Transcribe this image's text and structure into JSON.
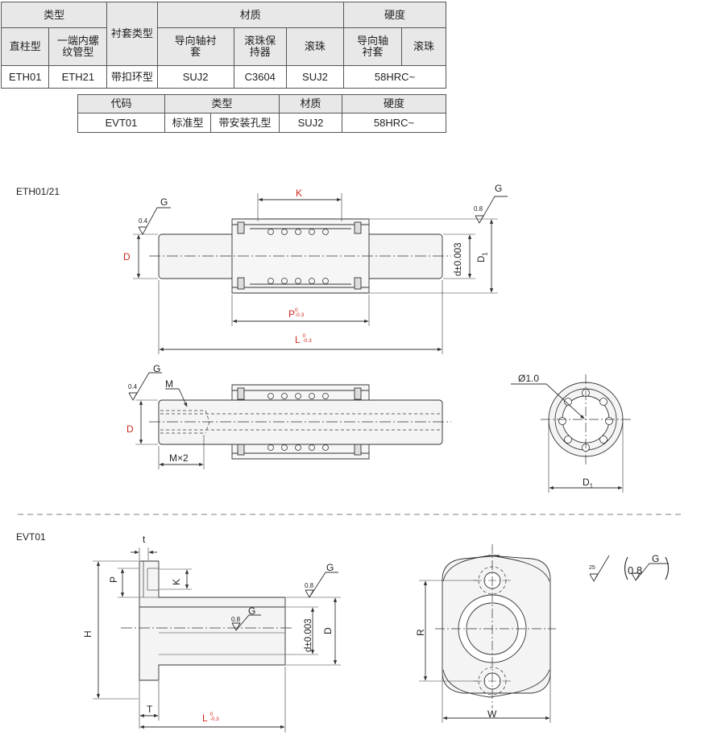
{
  "table1": {
    "h_type": "类型",
    "h_sleeve_type": "衬套类型",
    "h_material": "材质",
    "h_hardness": "硬度",
    "h_straight": "直柱型",
    "h_threaded": "一端内螺纹管型",
    "h_guide_sleeve_mat": "导向轴衬套",
    "h_cage": "滚珠保持器",
    "h_ball_mat": "滚珠",
    "h_guide_sleeve_hard": "导向轴衬套",
    "h_ball_hard": "滚珠",
    "r_straight": "ETH01",
    "r_threaded": "ETH21",
    "r_sleeve": "带扣环型",
    "r_mat_sleeve": "SUJ2",
    "r_mat_cage": "C3604",
    "r_mat_ball": "SUJ2",
    "r_hardness": "58HRC~"
  },
  "table2": {
    "h_code": "代码",
    "h_type": "类型",
    "h_material": "材质",
    "h_hardness": "硬度",
    "r_code": "EVT01",
    "r_type_std": "标准型",
    "r_type_hole": "带安装孔型",
    "r_material": "SUJ2",
    "r_hardness": "58HRC~"
  },
  "drawing1": {
    "section_label": "ETH01/21",
    "dim_K": "K",
    "dim_D": "D",
    "dim_d": "d±0.003",
    "dim_D1": "D",
    "dim_P": "P",
    "dim_L": "L",
    "tol_upper": "0",
    "tol_lower": "-0.3",
    "rough_04": "0.4",
    "rough_08": "0.8",
    "rough_G": "G",
    "sub_1": "1"
  },
  "drawing2": {
    "dim_M": "M",
    "dim_Mx2": "M×2",
    "dim_D": "D",
    "rough_04": "0.4",
    "rough_G": "G",
    "dim_hole": "Ø1.0",
    "dim_D1": "D",
    "sub_1": "1"
  },
  "drawing3": {
    "section_label": "EVT01",
    "dim_t": "t",
    "dim_P": "P",
    "dim_K": "K",
    "dim_H": "H",
    "dim_T": "T",
    "dim_L": "L",
    "tol_upper": "0",
    "tol_lower": "-0.3",
    "dim_d": "d±0.003",
    "dim_D": "D",
    "rough_08": "0.8",
    "rough_G": "G",
    "dim_R": "R",
    "dim_W": "W",
    "rough_25": "25",
    "rough_paren_08": "0.8",
    "rough_paren_G": "G"
  },
  "colors": {
    "accent_red": "#d0281e",
    "line": "#333333",
    "header_bg": "#e8e8e8",
    "part_fill": "#f4f4f4"
  }
}
